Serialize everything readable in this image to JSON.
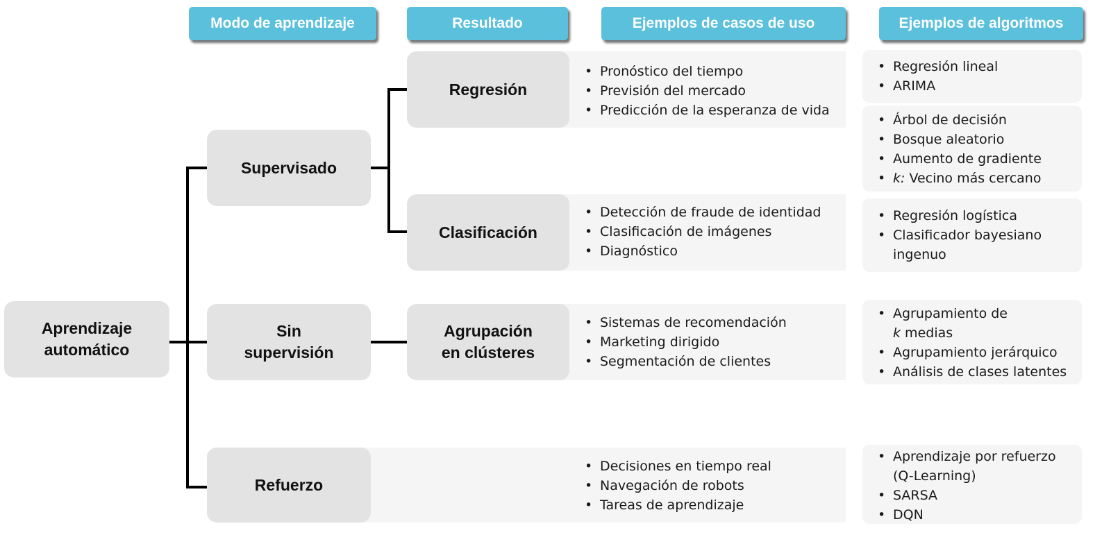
{
  "headers": {
    "mode": "Modo de aprendizaje",
    "result": "Resultado",
    "use_cases": "Ejemplos de casos de uso",
    "algorithms": "Ejemplos de algoritmos"
  },
  "root": {
    "line1": "Aprendizaje",
    "line2": "automático"
  },
  "modes": {
    "supervised": {
      "line1": "Supervisado"
    },
    "unsupervised": {
      "line1": "Sin",
      "line2": "supervisión"
    },
    "reinforcement": {
      "line1": "Refuerzo"
    }
  },
  "results": {
    "regression": {
      "line1": "Regresión"
    },
    "classification": {
      "line1": "Clasificación"
    },
    "clustering": {
      "line1": "Agrupación",
      "line2": "en clústeres"
    }
  },
  "use_cases": {
    "regression": [
      "Pronóstico del tiempo",
      "Previsión del mercado",
      "Predicción de la esperanza de vida"
    ],
    "classification": [
      "Detección de fraude de identidad",
      "Clasificación de imágenes",
      "Diagnóstico"
    ],
    "clustering": [
      "Sistemas de recomendación",
      "Marketing dirigido",
      "Segmentación de clientes"
    ],
    "reinforcement": [
      "Decisiones en tiempo real",
      "Navegación de robots",
      "Tareas de aprendizaje"
    ]
  },
  "algorithms": {
    "regression": [
      "Regresión lineal",
      "ARIMA"
    ],
    "shared": [
      "Árbol de decisión",
      "Bosque aleatorio",
      "Aumento de gradiente"
    ],
    "knn": {
      "prefix": "k:",
      "rest": " Vecino más cercano"
    },
    "classification": {
      "item1": "Regresión logística",
      "item2_line1": "Clasificador bayesiano",
      "item2_line2": "ingenuo"
    },
    "clustering": {
      "item1_line1": "Agrupamiento de",
      "item1_k": "k",
      "item1_line2": " medias",
      "item2": "Agrupamiento jerárquico",
      "item3": "Análisis de clases latentes"
    },
    "reinforcement": {
      "item1_line1": "Aprendizaje por refuerzo",
      "item1_line2": "(Q-Learning)",
      "item2": "SARSA",
      "item3": "DQN"
    }
  }
}
